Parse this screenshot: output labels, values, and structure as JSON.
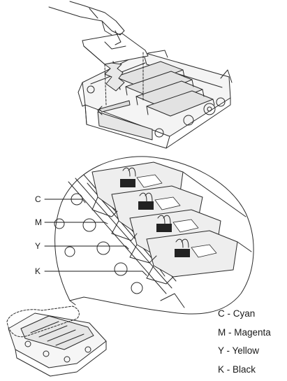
{
  "callouts": {
    "c": "C",
    "m": "M",
    "y": "Y",
    "k": "K"
  },
  "legend": [
    {
      "text": "C - Cyan"
    },
    {
      "text": "M - Magenta"
    },
    {
      "text": "Y - Yellow"
    },
    {
      "text": "K - Black"
    }
  ]
}
